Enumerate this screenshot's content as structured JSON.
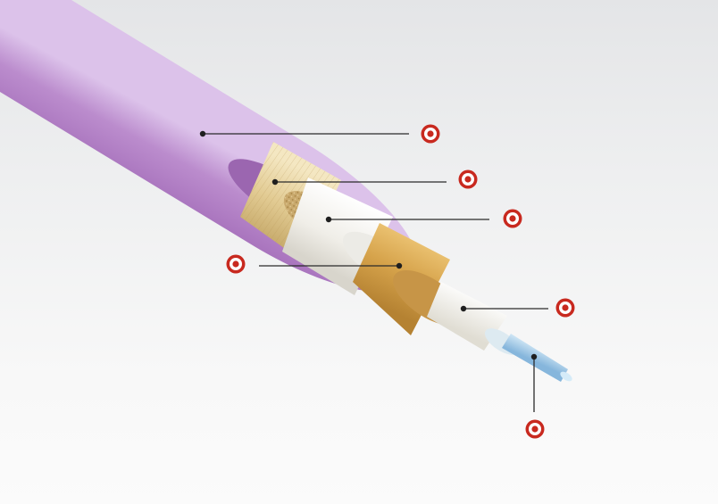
{
  "diagram": {
    "colors": {
      "jacket": "#b37ec3",
      "yarn": "#e5cf9c",
      "buffer": "#f3f2ee",
      "aramid": "#d7a549",
      "coating": "#f7f4ec",
      "fiber": "#a9cde8",
      "hotspot": "#c8291f"
    },
    "layers": [
      {
        "name": "outer-jacket",
        "hotspot_icon": "target-hotspot-icon"
      },
      {
        "name": "yarn-braid",
        "hotspot_icon": "target-hotspot-icon"
      },
      {
        "name": "inner-buffer",
        "hotspot_icon": "target-hotspot-icon"
      },
      {
        "name": "aramid-layer",
        "hotspot_icon": "target-hotspot-icon"
      },
      {
        "name": "fiber-coating",
        "hotspot_icon": "target-hotspot-icon"
      },
      {
        "name": "glass-fiber",
        "hotspot_icon": "target-hotspot-icon"
      }
    ]
  }
}
